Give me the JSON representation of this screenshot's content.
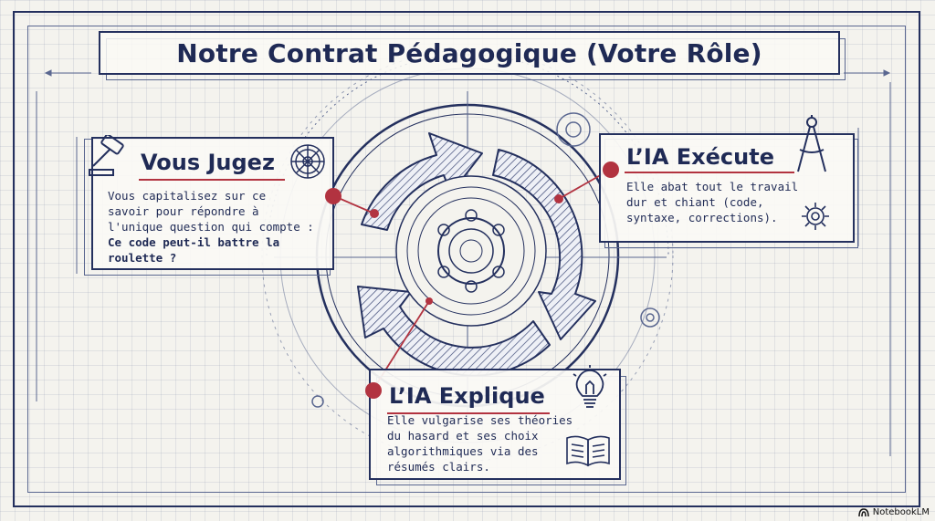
{
  "title": "Notre Contrat Pédagogique (Votre Rôle)",
  "panels": {
    "judge": {
      "title": "Vous Jugez",
      "text_line_1": "Vous capitalisez sur ce",
      "text_line_2": "savoir pour répondre à",
      "text_line_3": "l'unique question qui compte :",
      "text_bold_1": "Ce code peut-il battre la",
      "text_bold_2": "roulette ?",
      "icon": "gavel-icon",
      "icon_2": "roulette-wheel-icon"
    },
    "execute": {
      "title": "L’IA Exécute",
      "text_line_1": "Elle abat tout le travail",
      "text_line_2": "dur et chiant (code,",
      "text_line_3": "syntaxe, corrections).",
      "icon": "compass-icon",
      "icon_2": "gear-icon"
    },
    "explain": {
      "title": "L’IA Explique",
      "text_line_1": "Elle vulgarise ses théories",
      "text_line_2": "du hasard et ses choix",
      "text_line_3": "algorithmiques via des",
      "text_line_4": "résumés clairs.",
      "icon": "lightbulb-icon",
      "icon_2": "open-book-icon"
    }
  },
  "colors": {
    "ink": "#1f2a55",
    "accent": "#b23340",
    "paper": "#f4f3ee"
  },
  "brand": {
    "label": "NotebookLM"
  }
}
